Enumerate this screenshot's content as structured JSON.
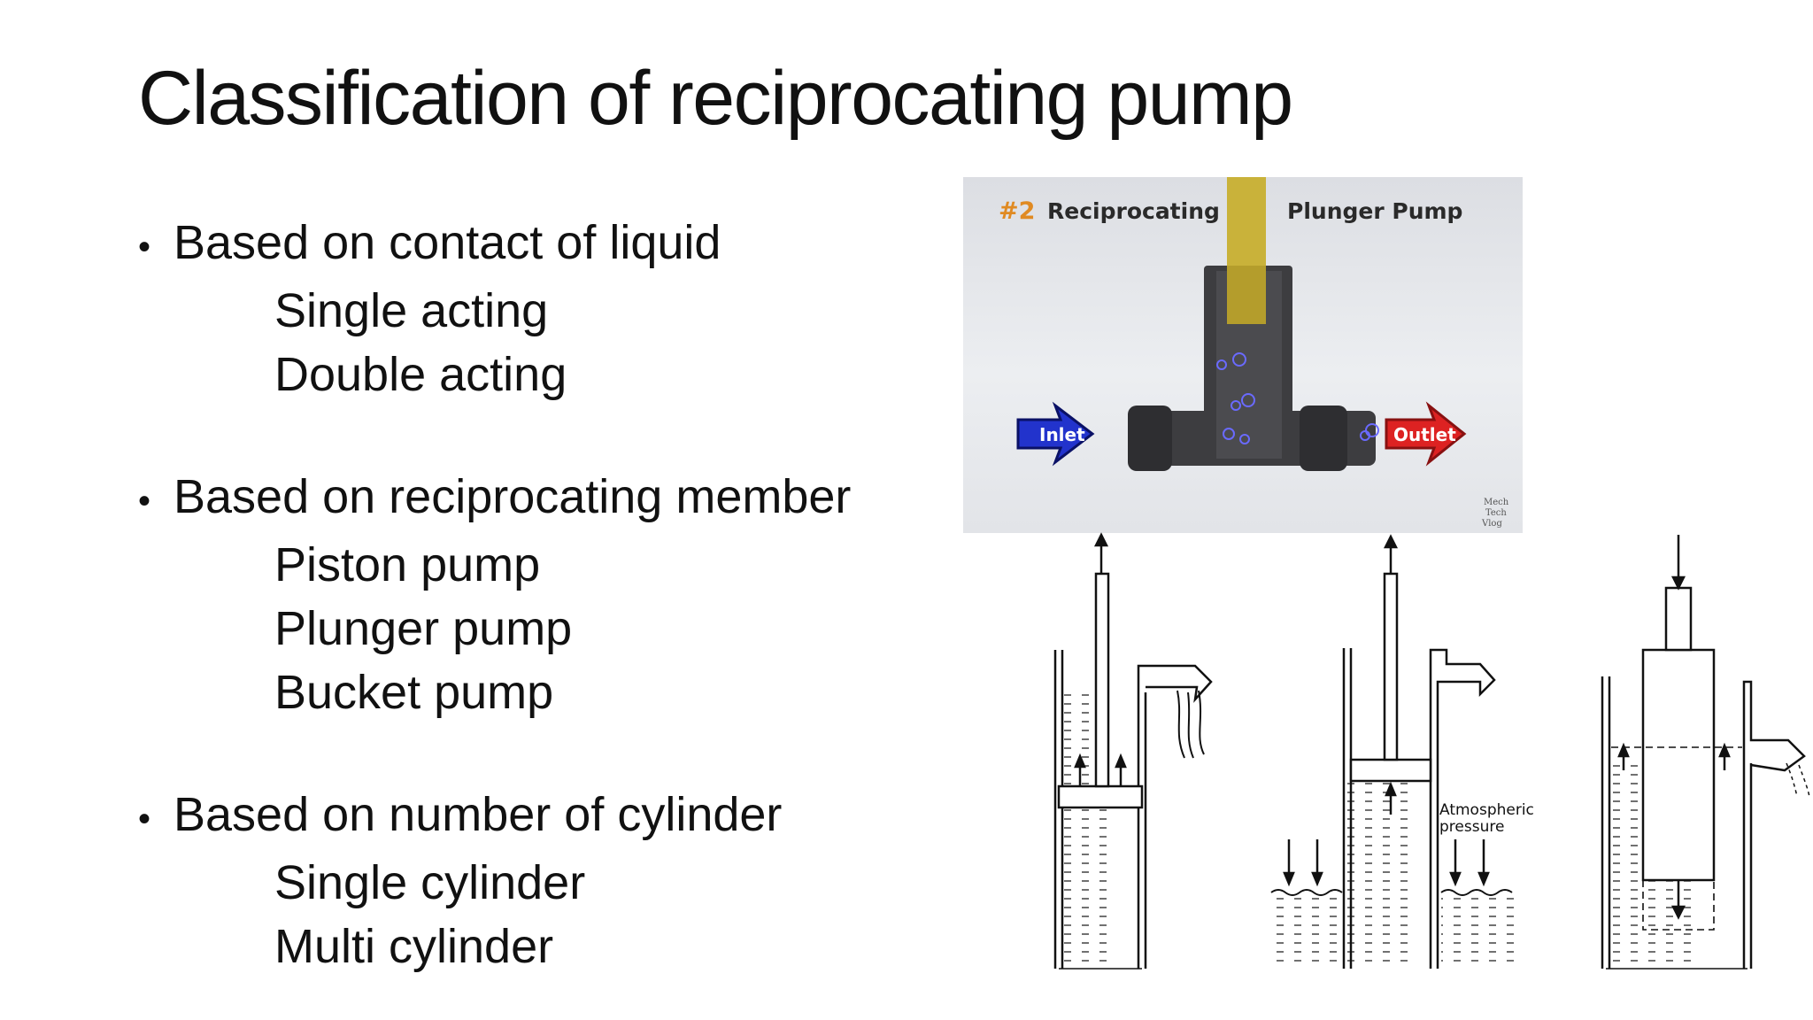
{
  "slide": {
    "title": "Classification of reciprocating pump",
    "bullets": [
      {
        "text": "Based on contact of liquid",
        "items": [
          "Single acting",
          "Double acting"
        ]
      },
      {
        "text": "Based on reciprocating member",
        "items": [
          "Piston pump",
          "Plunger pump",
          "Bucket pump"
        ]
      },
      {
        "text": "Based on number of cylinder",
        "items": [
          "Single cylinder",
          "Multi cylinder"
        ]
      }
    ]
  },
  "photo": {
    "number": "#2",
    "title_left": "Reciprocating",
    "title_right": "Plunger Pump",
    "inlet": "Inlet",
    "outlet": "Outlet",
    "watermark": [
      "Mech",
      "Tech",
      "Vlog"
    ]
  },
  "sketch": {
    "label_line1": "Atmospheric",
    "label_line2": "pressure"
  },
  "colors": {
    "plunger": "#c9b23a",
    "inlet_arrow": "#2233cc",
    "outlet_arrow": "#dd2222",
    "number": "#e08a22"
  }
}
